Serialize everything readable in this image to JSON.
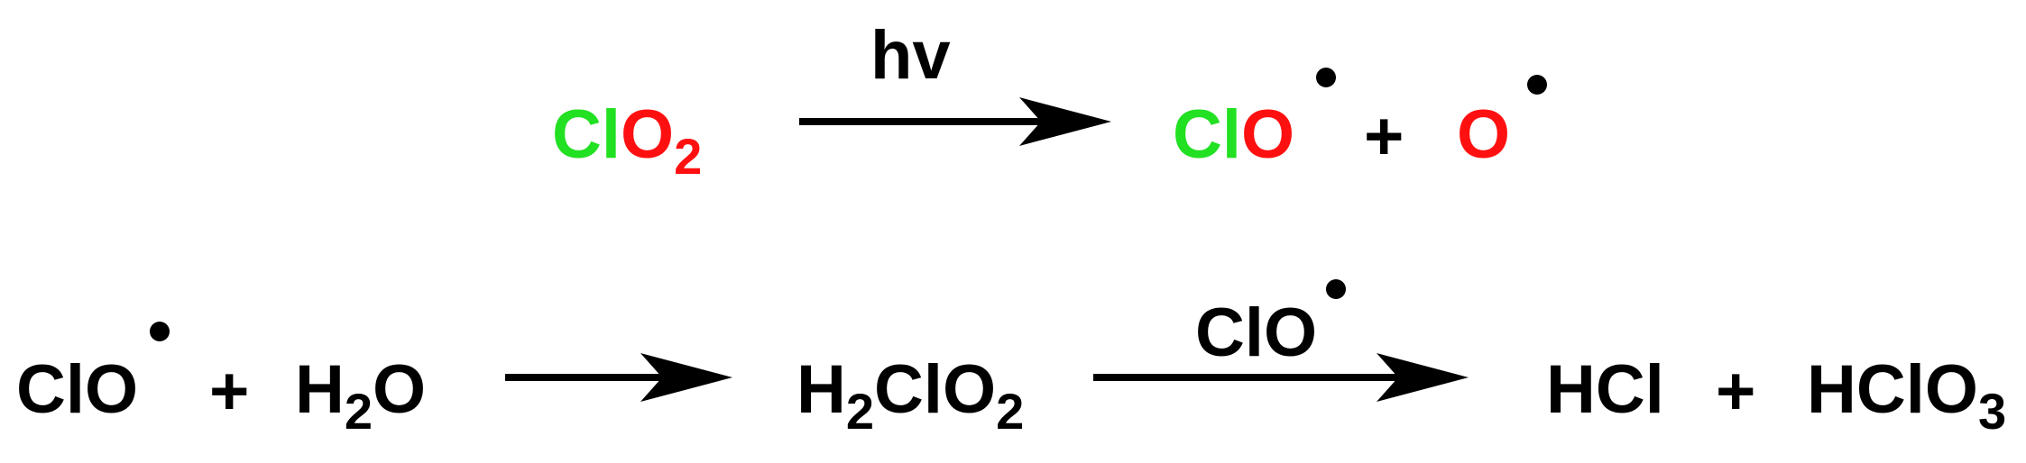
{
  "colors": {
    "chlorine": "#22e022",
    "oxygen": "#ff1010",
    "default": "#000000"
  },
  "reaction1": {
    "reactant": {
      "cl": "Cl",
      "o": "O",
      "o_count": "2"
    },
    "condition": "hv",
    "product1": {
      "cl": "Cl",
      "o": "O"
    },
    "plus": "+",
    "product2": {
      "o": "O"
    }
  },
  "reaction2": {
    "reactant1": {
      "formula": "ClO"
    },
    "plus1": "+",
    "reactant2": {
      "h": "H",
      "h_count": "2",
      "o": "O"
    },
    "intermediate": {
      "h": "H",
      "h_count": "2",
      "clo": "ClO",
      "o_count": "2"
    },
    "condition": {
      "formula": "ClO"
    },
    "product1": "HCl",
    "plus2": "+",
    "product2": {
      "hclo": "HClO",
      "o_count": "3"
    }
  }
}
